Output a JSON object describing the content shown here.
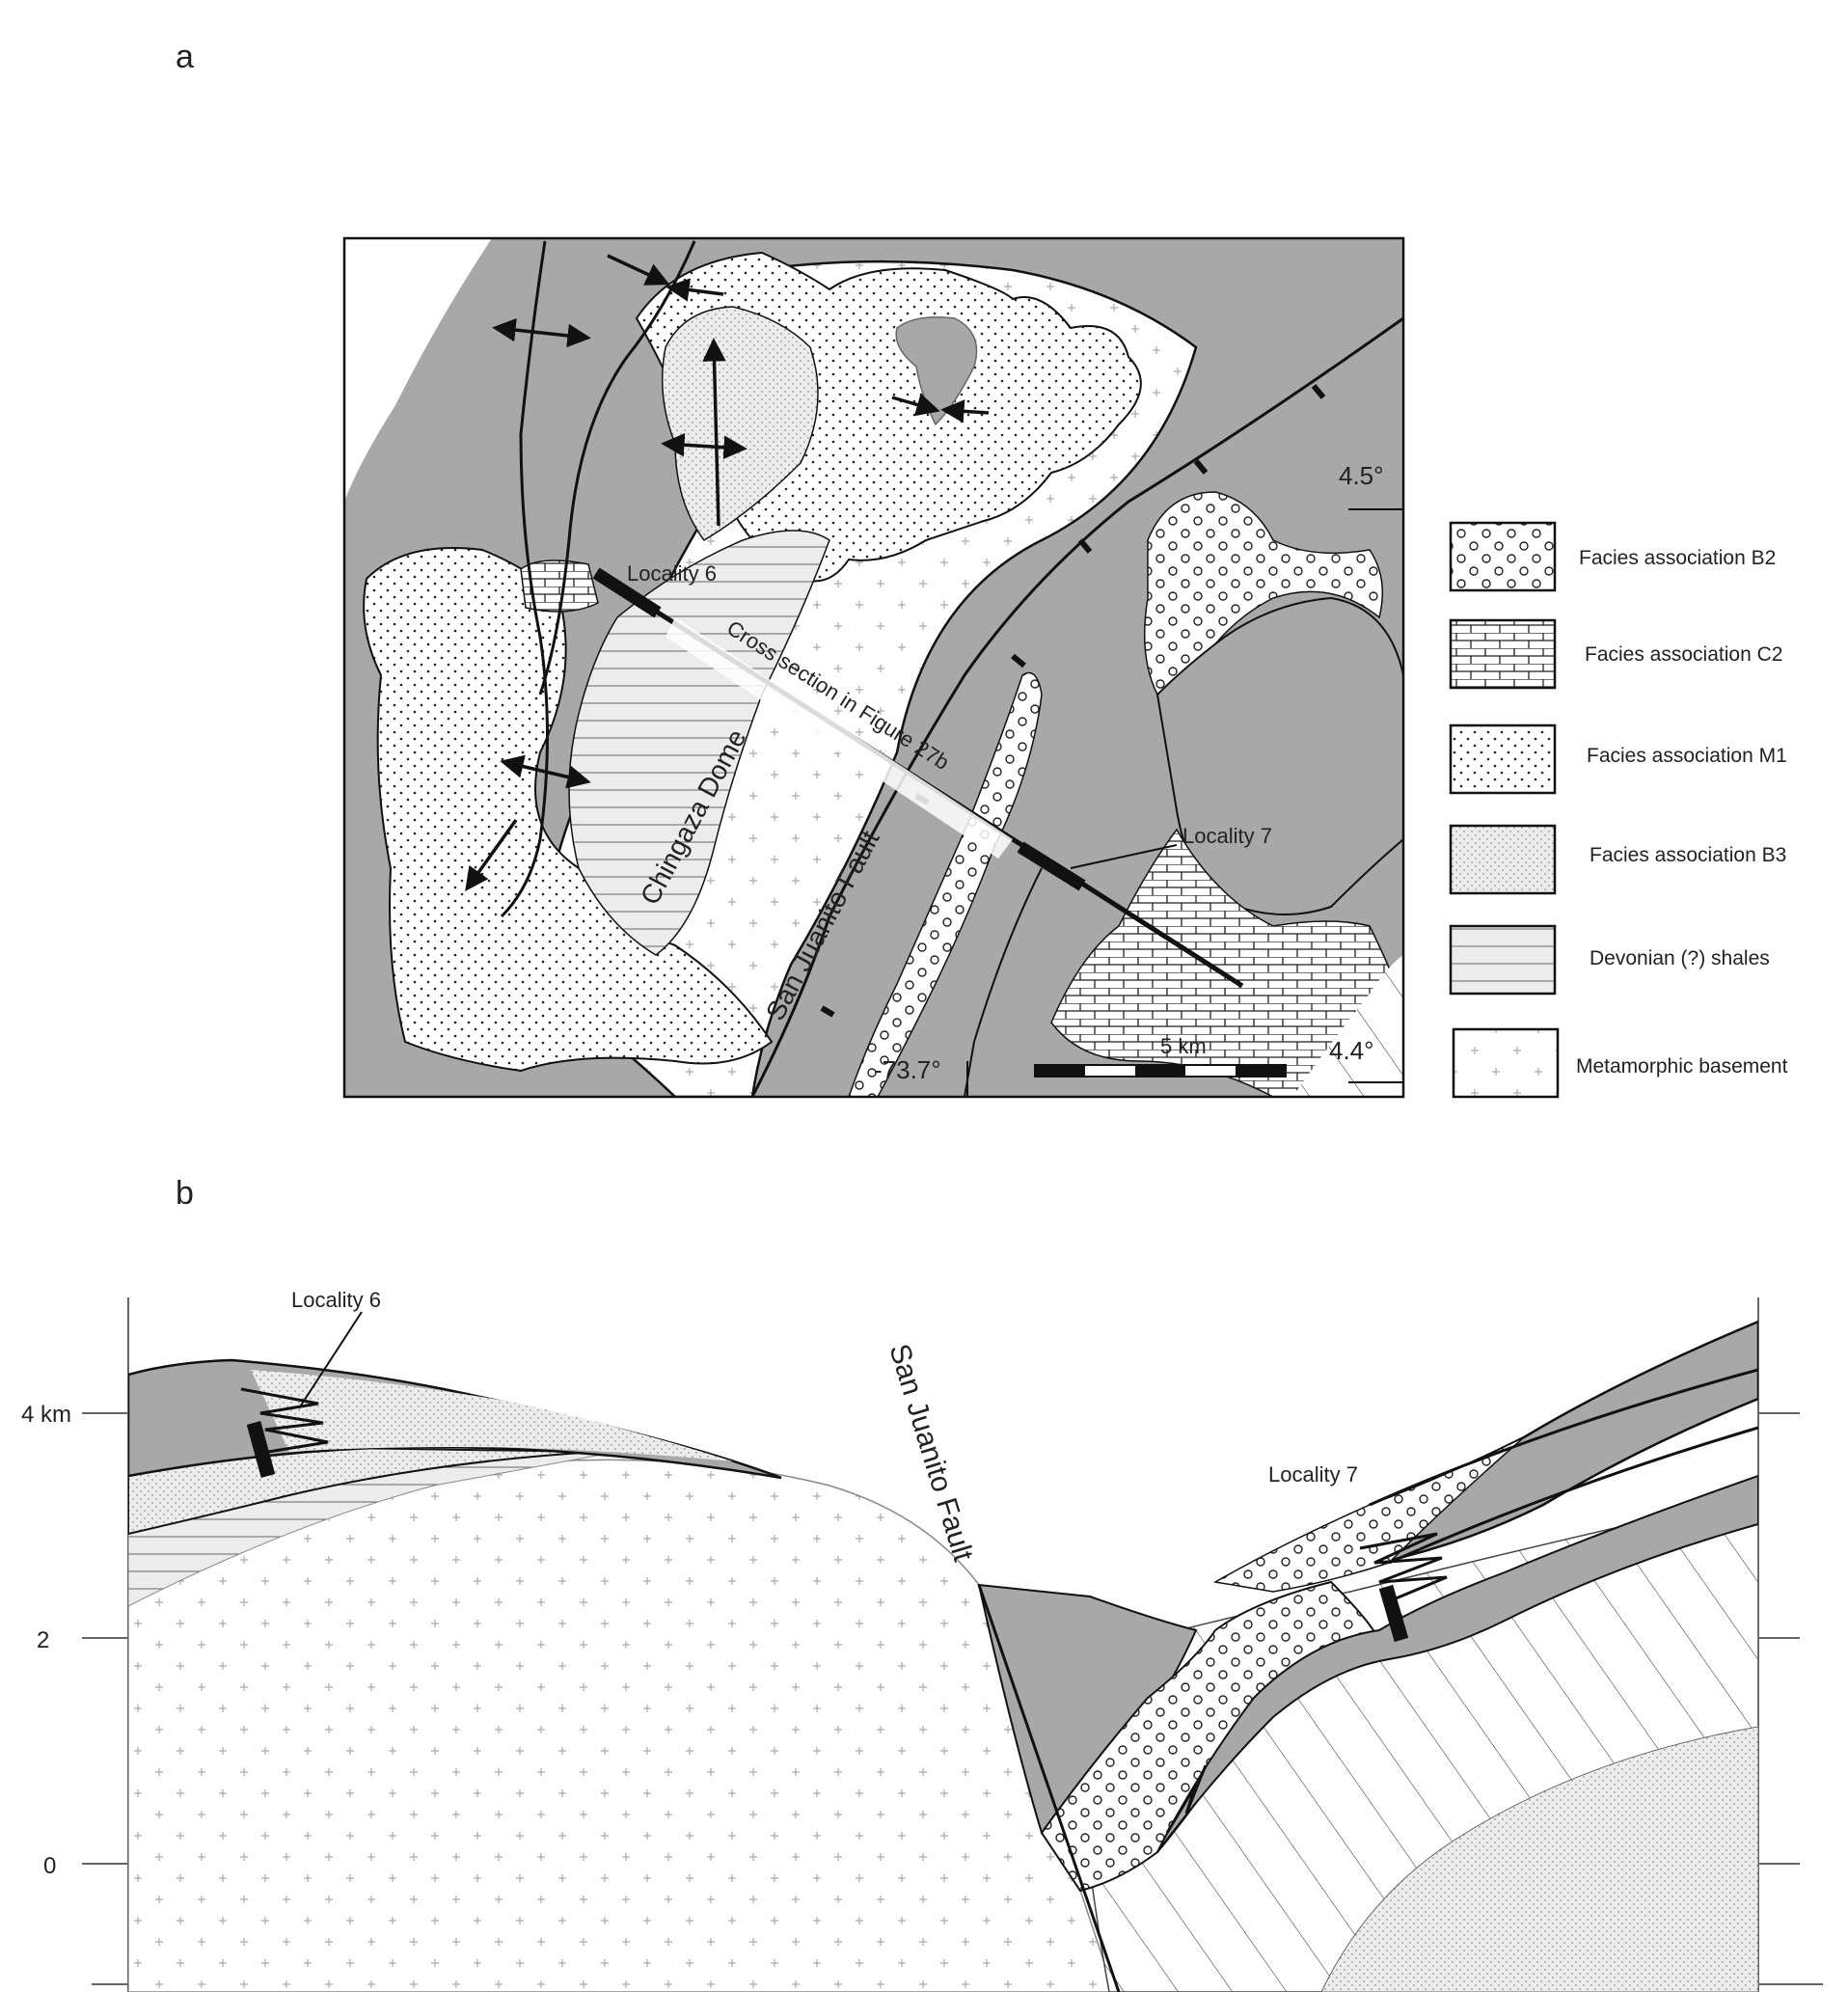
{
  "panel_a": {
    "label": "a",
    "map_labels": {
      "locality_6": "Locality 6",
      "locality_7": "Locality 7",
      "cross_section": "Cross section in Figure 27b",
      "dome": "Chingaza Dome",
      "fault": "San Juanito  Fault",
      "lat_north": "4.5°",
      "lat_south": "4.4°",
      "lon": "-73.7°",
      "scale": "5 km"
    },
    "legend": [
      {
        "pattern": "circles",
        "label": "Facies association B2"
      },
      {
        "pattern": "bricks",
        "label": "Facies association C2"
      },
      {
        "pattern": "dots",
        "label": "Facies association M1"
      },
      {
        "pattern": "fine-dots",
        "label": "Facies association B3"
      },
      {
        "pattern": "lines",
        "label": "Devonian (?) shales"
      },
      {
        "pattern": "crosses",
        "label": "Metamorphic basement"
      }
    ],
    "colors": {
      "gray_unit": "#a8a8a8",
      "light_unit": "#e9e9e9"
    }
  },
  "panel_b": {
    "label": "b",
    "section_labels": {
      "locality_6": "Locality 6",
      "locality_7": "Locality 7",
      "fault": "San Juanito Fault"
    },
    "y_axis": {
      "unit": "km",
      "ticks": [
        "4 km",
        "2",
        "0"
      ]
    }
  }
}
